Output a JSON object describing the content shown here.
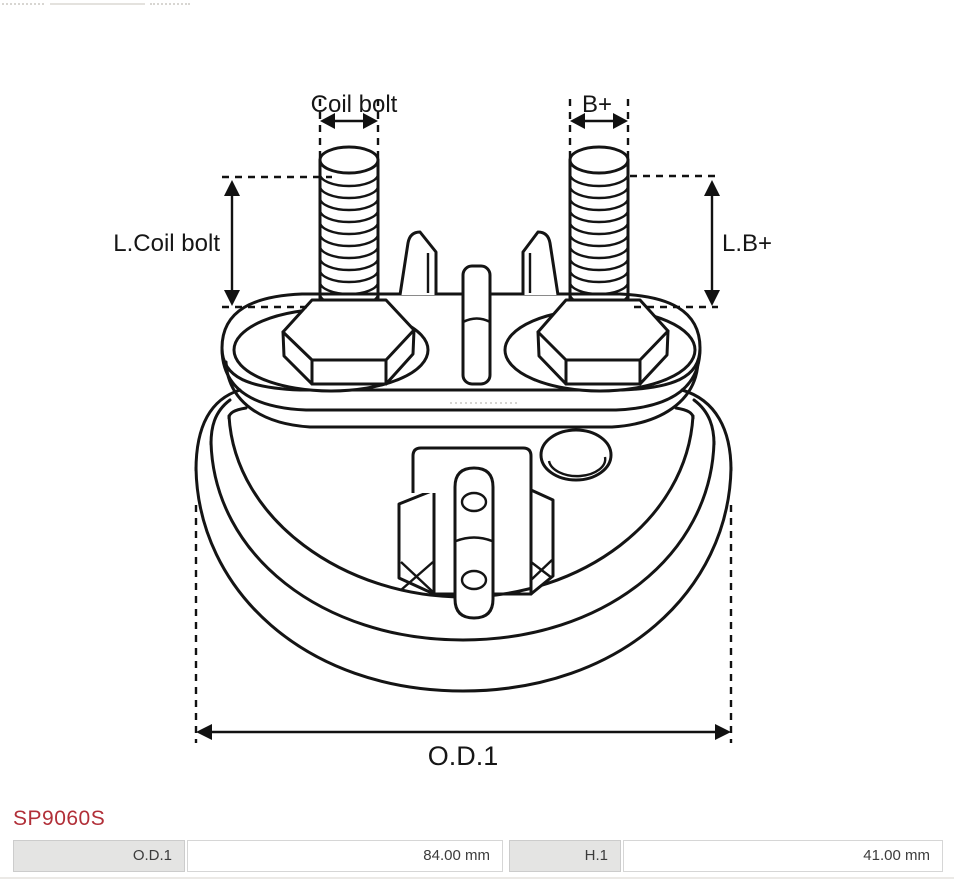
{
  "diagram": {
    "stroke": "#141414",
    "labels": {
      "coil_bolt": "Coil bolt",
      "b_plus": "B+",
      "l_coil_bolt": "L.Coil bolt",
      "l_b_plus": "L.B+",
      "od1": "O.D.1"
    }
  },
  "part_number": {
    "text": "SP9060S",
    "color": "#b12f38"
  },
  "spec_table": {
    "cells": [
      {
        "label": "O.D.1",
        "kind": "key"
      },
      {
        "label": "84.00 mm",
        "kind": "value"
      },
      {
        "label": "H.1",
        "kind": "key"
      },
      {
        "label": "41.00 mm",
        "kind": "value"
      }
    ]
  }
}
